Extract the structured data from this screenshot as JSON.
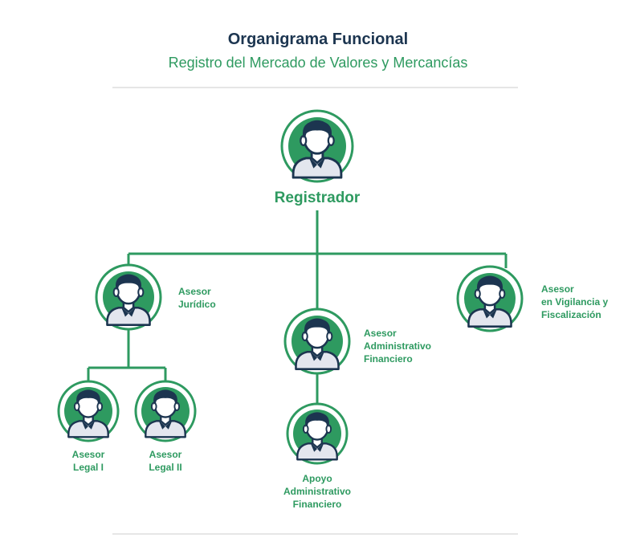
{
  "header": {
    "title": "Organigrama Funcional",
    "subtitle": "Registro del Mercado de Valores y Mercancías"
  },
  "colors": {
    "accent": "#2e9a60",
    "dark": "#1c3550",
    "line": "#2e9a60"
  },
  "nodes": {
    "registrador": {
      "label": "Registrador"
    },
    "asesor_juridico": {
      "line1": "Asesor",
      "line2": "Jurídico"
    },
    "asesor_admin": {
      "line1": "Asesor",
      "line2": "Administrativo",
      "line3": "Financiero"
    },
    "asesor_vigilancia": {
      "line1": "Asesor",
      "line2": "en Vigilancia y",
      "line3": "Fiscalización"
    },
    "asesor_legal_1": {
      "line1": "Asesor",
      "line2": "Legal I"
    },
    "asesor_legal_2": {
      "line1": "Asesor",
      "line2": "Legal II"
    },
    "apoyo_admin": {
      "line1": "Apoyo",
      "line2": "Administrativo",
      "line3": "Financiero"
    }
  }
}
